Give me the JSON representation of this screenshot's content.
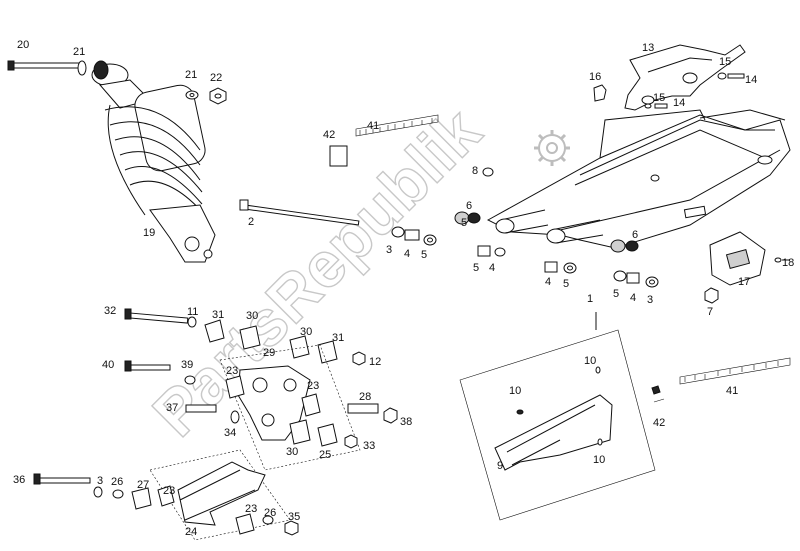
{
  "watermark": "PartsRepublik",
  "callouts": [
    {
      "id": "c20a",
      "text": "20"
    },
    {
      "id": "c21a",
      "text": "21"
    },
    {
      "id": "c21b",
      "text": "21"
    },
    {
      "id": "c22",
      "text": "22"
    },
    {
      "id": "c19",
      "text": "19"
    },
    {
      "id": "c42a",
      "text": "42"
    },
    {
      "id": "c41a",
      "text": "41"
    },
    {
      "id": "c13",
      "text": "13"
    },
    {
      "id": "c15",
      "text": "15"
    },
    {
      "id": "c14a",
      "text": "14"
    },
    {
      "id": "c16",
      "text": "16"
    },
    {
      "id": "c15b",
      "text": "15"
    },
    {
      "id": "c14b",
      "text": "14"
    },
    {
      "id": "c8",
      "text": "8"
    },
    {
      "id": "c2",
      "text": "2"
    },
    {
      "id": "c6a",
      "text": "6"
    },
    {
      "id": "c5a",
      "text": "5"
    },
    {
      "id": "c3a",
      "text": "3"
    },
    {
      "id": "c4a",
      "text": "4"
    },
    {
      "id": "c5b",
      "text": "5"
    },
    {
      "id": "c5c",
      "text": "5"
    },
    {
      "id": "c4b",
      "text": "4"
    },
    {
      "id": "c4c",
      "text": "4"
    },
    {
      "id": "c5d",
      "text": "5"
    },
    {
      "id": "c6b",
      "text": "6"
    },
    {
      "id": "c5e",
      "text": "5"
    },
    {
      "id": "c4d",
      "text": "4"
    },
    {
      "id": "c3b",
      "text": "3"
    },
    {
      "id": "c18",
      "text": "18"
    },
    {
      "id": "c17",
      "text": "17"
    },
    {
      "id": "c7",
      "text": "7"
    },
    {
      "id": "c1",
      "text": "1"
    },
    {
      "id": "c32",
      "text": "32"
    },
    {
      "id": "c11",
      "text": "11"
    },
    {
      "id": "c31a",
      "text": "31"
    },
    {
      "id": "c30a",
      "text": "30"
    },
    {
      "id": "c30b",
      "text": "30"
    },
    {
      "id": "c31b",
      "text": "31"
    },
    {
      "id": "c29",
      "text": "29"
    },
    {
      "id": "c12",
      "text": "12"
    },
    {
      "id": "c40",
      "text": "40"
    },
    {
      "id": "c39",
      "text": "39"
    },
    {
      "id": "c23a",
      "text": "23"
    },
    {
      "id": "c23b",
      "text": "23"
    },
    {
      "id": "c37",
      "text": "37"
    },
    {
      "id": "c28",
      "text": "28"
    },
    {
      "id": "c38",
      "text": "38"
    },
    {
      "id": "c34",
      "text": "34"
    },
    {
      "id": "c30c",
      "text": "30"
    },
    {
      "id": "c25",
      "text": "25"
    },
    {
      "id": "c33",
      "text": "33"
    },
    {
      "id": "c36",
      "text": "36"
    },
    {
      "id": "c3c",
      "text": "3"
    },
    {
      "id": "c26a",
      "text": "26"
    },
    {
      "id": "c27",
      "text": "27"
    },
    {
      "id": "c23c",
      "text": "23"
    },
    {
      "id": "c23d",
      "text": "23"
    },
    {
      "id": "c24",
      "text": "24"
    },
    {
      "id": "c26b",
      "text": "26"
    },
    {
      "id": "c35",
      "text": "35"
    },
    {
      "id": "c10a",
      "text": "10"
    },
    {
      "id": "c10b",
      "text": "10"
    },
    {
      "id": "c9",
      "text": "9"
    },
    {
      "id": "c10c",
      "text": "10"
    },
    {
      "id": "c41b",
      "text": "41"
    },
    {
      "id": "c42b",
      "text": "42"
    }
  ]
}
